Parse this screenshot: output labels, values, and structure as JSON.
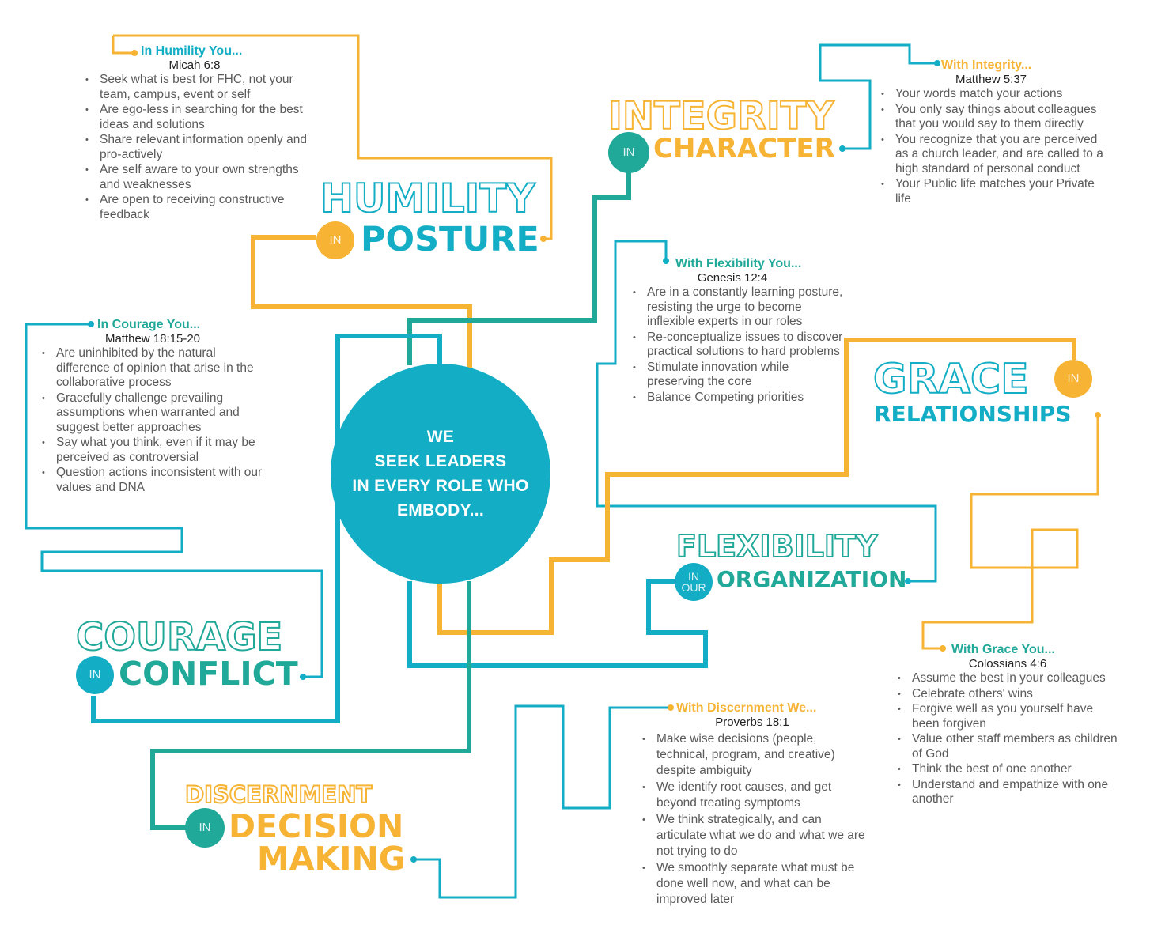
{
  "hub": {
    "lines": [
      "WE",
      "SEEK LEADERS",
      "IN EVERY ROLE WHO",
      "EMBODY..."
    ]
  },
  "colors": {
    "teal": "#13aec5",
    "gold": "#f7b334",
    "green": "#20a899"
  },
  "values": {
    "humility": {
      "word": "HUMILITY",
      "in": "IN",
      "context": "POSTURE"
    },
    "integrity": {
      "word": "INTEGRITY",
      "in": "IN",
      "context": "CHARACTER"
    },
    "grace": {
      "word": "GRACE",
      "in": "IN",
      "context": "RELATIONSHIPS"
    },
    "flexibility": {
      "word": "FLEXIBILITY",
      "in": "IN",
      "in2": "OUR",
      "context": "ORGANIZATION"
    },
    "courage": {
      "word": "COURAGE",
      "in": "IN",
      "context": "CONFLICT"
    },
    "discernment": {
      "word": "DISCERNMENT",
      "in": "IN",
      "context1": "DECISION",
      "context2": "MAKING"
    }
  },
  "blocks": {
    "humility": {
      "heading": "In Humility You...",
      "ref": "Micah 6:8",
      "items": [
        "Seek what is best for FHC, not your team, campus, event or self",
        "Are ego-less in searching for the best ideas and solutions",
        "Share relevant information openly and pro-actively",
        "Are self aware to your own strengths and weaknesses",
        "Are open to receiving constructive feedback"
      ]
    },
    "integrity": {
      "heading": "With Integrity...",
      "ref": "Matthew 5:37",
      "items": [
        "Your words match your actions",
        "You only say things about colleagues that you would say to them directly",
        "You recognize that you are perceived as a church leader, and are called to a high standard of personal conduct",
        "Your Public life matches your Private life"
      ]
    },
    "flexibility": {
      "heading": "With Flexibility You...",
      "ref": "Genesis 12:4",
      "items": [
        "Are in a constantly learning posture, resisting the urge to become inflexible experts in our roles",
        "Re-conceptualize issues to discover practical solutions to hard problems",
        "Stimulate innovation while preserving the core",
        "Balance Competing priorities"
      ]
    },
    "courage": {
      "heading": "In Courage You...",
      "ref": "Matthew 18:15-20",
      "items": [
        "Are uninhibited by the natural difference of opinion that arise in the collaborative process",
        "Gracefully challenge prevailing assumptions when warranted and suggest better approaches",
        "Say what you think, even if it may be perceived as controversial",
        "Question actions inconsistent with our values and DNA"
      ]
    },
    "grace": {
      "heading": "With Grace You...",
      "ref": "Colossians 4:6",
      "items": [
        "Assume the best in your colleagues",
        "Celebrate others' wins",
        "Forgive well as you yourself have been forgiven",
        "Value other staff members as children of God",
        "Think the best of one another",
        "Understand and empathize with one another"
      ]
    },
    "discernment": {
      "heading": "With Discernment We...",
      "ref": "Proverbs 18:1",
      "items": [
        "Make wise decisions (people, technical, program, and creative) despite ambiguity",
        "We identify root causes, and get beyond treating symptoms",
        "We think strategically, and can articulate what we do and what we are not trying to do",
        "We smoothly separate what must be done well now, and what can be improved later"
      ]
    }
  }
}
